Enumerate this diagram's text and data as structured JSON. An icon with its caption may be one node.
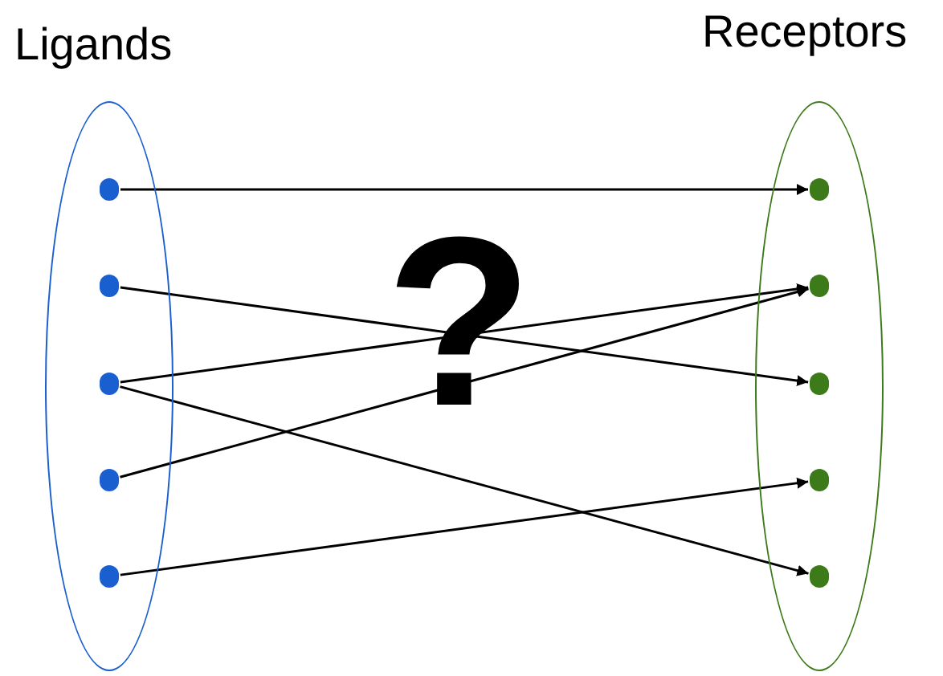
{
  "diagram": {
    "nodes": [
      {
        "text": [
          "Ligands"
        ]
      },
      {
        "text": [],
        "shape": "circle",
        "in": 0
      },
      {
        "text": [],
        "shape": "circle",
        "in": 0
      },
      {
        "text": [],
        "shape": "circle",
        "in": 0
      },
      {
        "text": [],
        "shape": "circle",
        "in": 0
      },
      {
        "text": [],
        "shape": "circle",
        "in": 0
      },
      {
        "text": [
          "Receptors"
        ]
      },
      {
        "text": [],
        "shape": "circle",
        "in": 6
      },
      {
        "text": [],
        "shape": "circle",
        "in": 6
      },
      {
        "text": [],
        "shape": "circle",
        "in": 6
      },
      {
        "text": [],
        "shape": "circle",
        "in": 6
      },
      {
        "text": [],
        "shape": "circle",
        "in": 6
      }
    ],
    "edges": [
      {
        "from": 1,
        "to": 7,
        "arrow": "to"
      },
      {
        "from": 2,
        "to": 9,
        "arrow": "to"
      },
      {
        "from": 3,
        "to": 8,
        "arrow": "to"
      },
      {
        "from": 3,
        "to": 11,
        "arrow": "to"
      },
      {
        "from": 4,
        "to": 8,
        "arrow": "to"
      },
      {
        "from": 5,
        "to": 10,
        "arrow": "to"
      }
    ],
    "labels": [
      "?"
    ]
  }
}
